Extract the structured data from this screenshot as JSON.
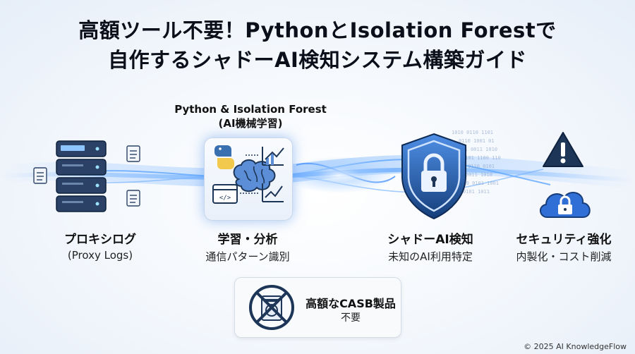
{
  "title": {
    "line1": "高額ツール不要！PythonとIsolation Forestで",
    "line2": "自作するシャドーAI検知システム構築ガイド"
  },
  "python_header": {
    "line1": "Python & Isolation Forest",
    "line2": "(AI機械学習)"
  },
  "stages": [
    {
      "main": "プロキシログ",
      "sub": "(Proxy Logs)",
      "icon": "server-stack-icon"
    },
    {
      "main": "学習・分析",
      "sub": "通信パターン識別",
      "icon": "brain-icon"
    },
    {
      "main": "シャドーAI検知",
      "sub": "未知のAI利用特定",
      "icon": "shield-lock-icon"
    },
    {
      "main": "セキュリティ強化",
      "sub": "内製化・コスト削減",
      "icon": "warning-cloud-icon"
    }
  ],
  "casb": {
    "main": "高額なCASB製品",
    "sub": "不要",
    "icon": "no-appliance-icon"
  },
  "copyright": "© 2025 AI KnowledgeFlow",
  "colors": {
    "accent": "#2f6fd6",
    "dark_navy": "#1d3557",
    "glow": "#8fc2ff"
  }
}
